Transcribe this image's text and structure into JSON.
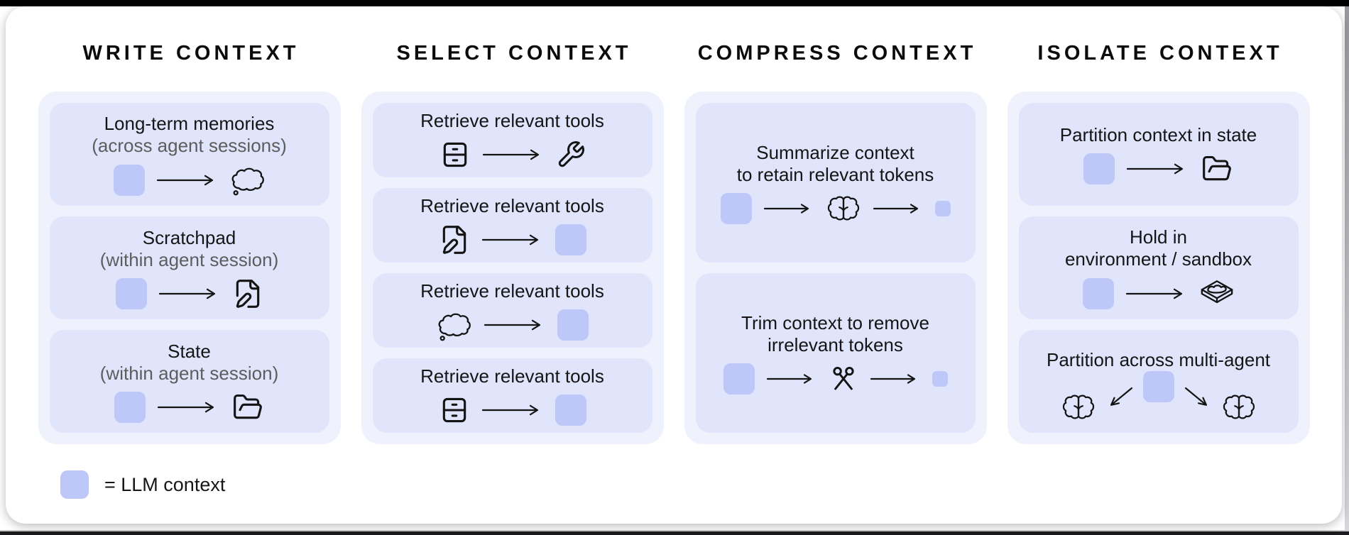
{
  "legend": {
    "label": "= LLM context",
    "square": "llm-context-square"
  },
  "colors": {
    "accent": "#bdc7f8",
    "panel": "#eff1fd",
    "card": "#e1e5fb",
    "page": "#ffffff",
    "stroke": "#141414",
    "title": "#151515",
    "subtitle": "#5d5d5d"
  },
  "columns": [
    {
      "id": "write",
      "header": "WRITE CONTEXT",
      "cards": [
        {
          "title": "Long-term memories",
          "subtitle": "(across agent sessions)",
          "flow": [
            "llm-square",
            "arrow",
            "cloud-icon"
          ]
        },
        {
          "title": "Scratchpad",
          "subtitle": "(within agent session)",
          "flow": [
            "llm-square",
            "arrow",
            "file-pen-icon"
          ]
        },
        {
          "title": "State",
          "subtitle": "(within agent session)",
          "flow": [
            "llm-square",
            "arrow",
            "folder-open-icon"
          ]
        }
      ]
    },
    {
      "id": "select",
      "header": "SELECT CONTEXT",
      "cards": [
        {
          "title": "Retrieve relevant tools",
          "flow": [
            "archive-icon",
            "arrow",
            "wrench-icon"
          ]
        },
        {
          "title": "Retrieve relevant tools",
          "flow": [
            "file-pen-icon",
            "arrow",
            "llm-square"
          ]
        },
        {
          "title": "Retrieve relevant tools",
          "flow": [
            "cloud-icon",
            "arrow",
            "llm-square"
          ]
        },
        {
          "title": "Retrieve relevant tools",
          "flow": [
            "archive-icon",
            "arrow",
            "llm-square"
          ]
        }
      ]
    },
    {
      "id": "compress",
      "header": "COMPRESS CONTEXT",
      "cards": [
        {
          "title": "Summarize context\nto retain relevant tokens",
          "flow": [
            "llm-square",
            "arrow-short",
            "brain-icon",
            "arrow-short",
            "llm-square-small"
          ]
        },
        {
          "title": "Trim context to remove\nirrelevant tokens",
          "flow": [
            "llm-square",
            "arrow-short",
            "scissors-icon",
            "arrow-short",
            "llm-square-small"
          ]
        }
      ]
    },
    {
      "id": "isolate",
      "header": "ISOLATE CONTEXT",
      "cards": [
        {
          "title": "Partition context in state",
          "flow": [
            "llm-square",
            "arrow",
            "folder-open-icon"
          ]
        },
        {
          "title": "Hold in\nenvironment / sandbox",
          "flow": [
            "llm-square",
            "arrow",
            "sandbox-icon"
          ]
        },
        {
          "title": "Partition across multi-agent",
          "flow": [
            "brain-icon",
            "arrow-down-left",
            "llm-square",
            "arrow-down-right",
            "brain-icon"
          ]
        }
      ]
    }
  ]
}
